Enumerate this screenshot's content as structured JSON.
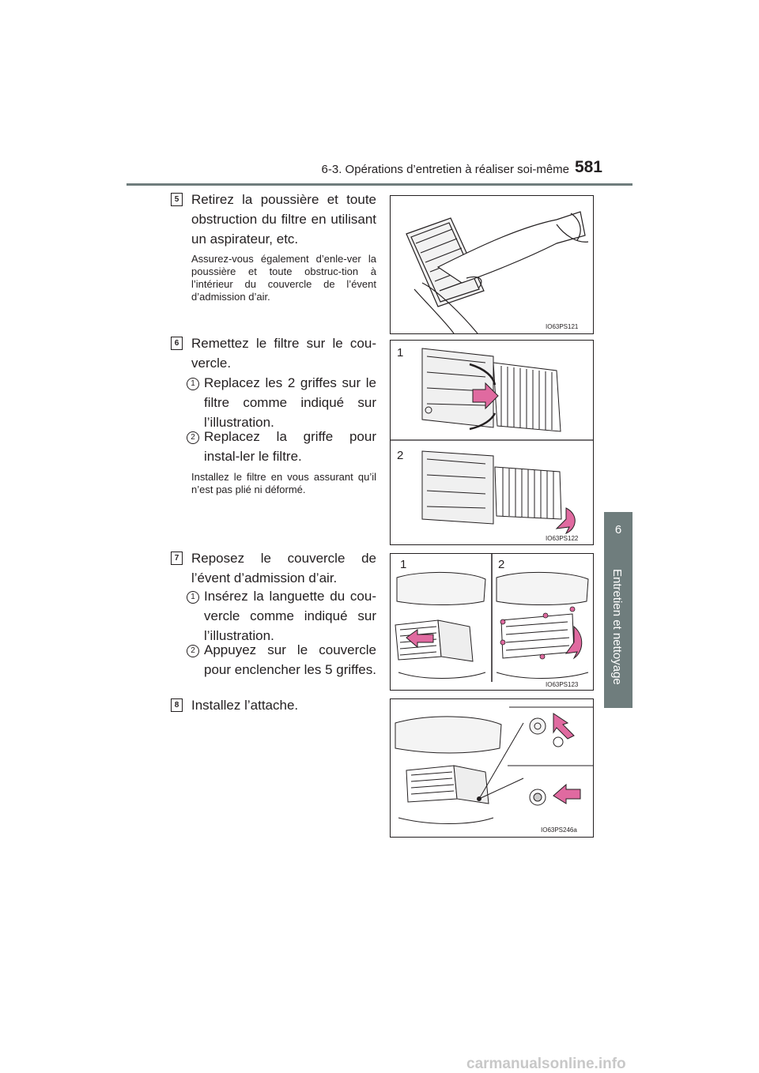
{
  "header": {
    "section": "6-3. Opérations d’entretien à réaliser soi-même",
    "page_number": "581"
  },
  "side_tab": {
    "chapter_number": "6",
    "chapter_title": "Entretien et nettoyage"
  },
  "steps": [
    {
      "label": "5",
      "text": "Retirez la poussière et toute obstruction du filtre en utilisant un aspirateur, etc.",
      "note": "Assurez-vous également d’enle-ver la poussière et toute obstruc-tion à l’intérieur du couvercle de l’évent d’admission d’air.",
      "figure_code": "IO63PS121"
    },
    {
      "label": "6",
      "text": "Remettez le filtre sur le cou-vercle.",
      "substeps": [
        {
          "label": "1",
          "text": "Replacez les 2 griffes sur le filtre comme indiqué sur l’illustration."
        },
        {
          "label": "2",
          "text": "Replacez la griffe pour instal-ler le filtre."
        }
      ],
      "note": "Installez le filtre en vous assurant qu’il n’est pas plié ni déformé.",
      "figure_code": "IO63PS122",
      "figure_labels": [
        "1",
        "2"
      ]
    },
    {
      "label": "7",
      "text": "Reposez le couvercle de l’évent d’admission d’air.",
      "substeps": [
        {
          "label": "1",
          "text": "Insérez la languette du cou-vercle comme indiqué sur l’illustration."
        },
        {
          "label": "2",
          "text": "Appuyez sur le couvercle pour enclencher les 5 griffes."
        }
      ],
      "figure_code": "IO63PS123",
      "figure_labels": [
        "1",
        "2"
      ]
    },
    {
      "label": "8",
      "text": "Installez l’attache.",
      "figure_code": "IO63PS246a"
    }
  ],
  "watermark": "carmanualsonline.info",
  "colors": {
    "tab_gray": "#6f7d7d",
    "arrow_pink": "#e06aa0",
    "text": "#231f20"
  }
}
